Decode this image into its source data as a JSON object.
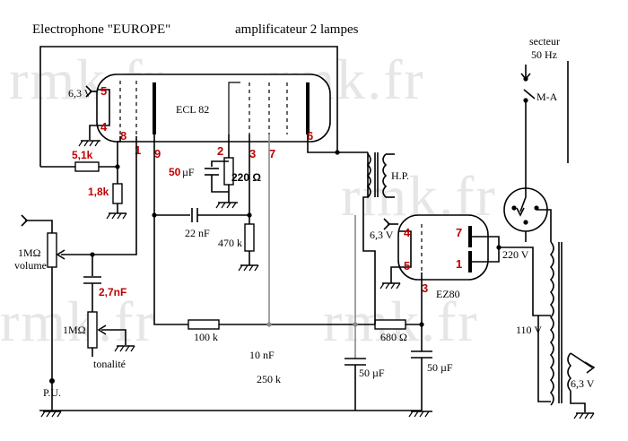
{
  "header": {
    "title": "Electrophone \"EUROPE\"",
    "subtitle": "amplificateur 2 lampes"
  },
  "watermark": "rmk.fr",
  "ecl82": {
    "name": "ECL 82",
    "heater": "6,3 V",
    "pins": {
      "p5": "5",
      "p4": "4",
      "p8": "8",
      "p1": "1",
      "p9": "9",
      "p2": "2",
      "p3": "3",
      "p7": "7",
      "p6": "6"
    }
  },
  "ez80": {
    "name": "EZ80",
    "heater": "6,3 V",
    "pins": {
      "p4": "4",
      "p5": "5",
      "p7": "7",
      "p1": "1",
      "p3": "3"
    }
  },
  "components": {
    "r_5k1": "5,1k",
    "r_1k8": "1,8k",
    "c_50uf_cathode_value": "50",
    "c_50uf_cathode_unit": "µF",
    "r_220": "220 Ω",
    "c_22nf": "22 nF",
    "r_470k": "470 k",
    "volume_value": "1MΩ",
    "volume_label": "volume",
    "c_2n7": "2,7nF",
    "tone_value": "1MΩ",
    "tone_label": "tonalité",
    "pu": "P.U.",
    "r_100k": "100 k",
    "c_10nf": "10 nF",
    "r_250k": "250 k",
    "r_680": "680 Ω",
    "c_50uf_a": "50 µF",
    "c_50uf_b": "50 µF",
    "hp": "H.P.",
    "secteur": "secteur",
    "freq": "50 Hz",
    "switch": "M-A",
    "tr_220": "220 V",
    "tr_110": "110 V",
    "tr_63": "6,3 V"
  }
}
